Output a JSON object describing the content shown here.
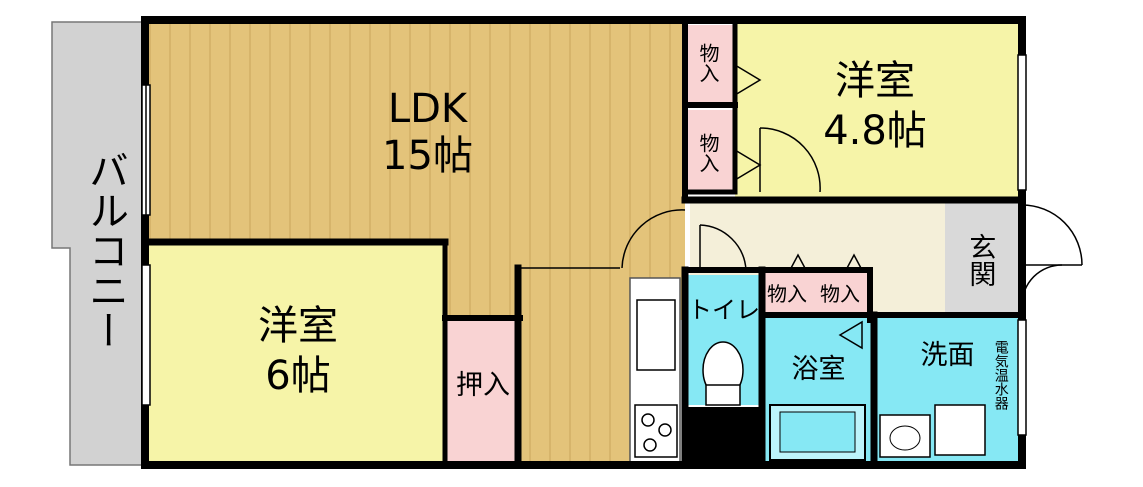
{
  "floorplan": {
    "rooms": {
      "ldk": {
        "name": "LDK",
        "size": "15帖"
      },
      "western_room_a": {
        "name": "洋室",
        "size": "4.8帖"
      },
      "western_room_b": {
        "name": "洋室",
        "size": "6帖"
      },
      "balcony": "バルコニー",
      "entrance": "玄関",
      "toilet": "トイレ",
      "bathroom": "浴室",
      "washroom": "洗面",
      "closet": "押入",
      "water_heater": "電気温水器",
      "storage_1": "物入",
      "storage_2": "物入",
      "storage_3": "物入",
      "storage_4": "物入"
    },
    "colors": {
      "wall": "#000000",
      "wood_floor": "#e3c37a",
      "western_room": "#f6f4a8",
      "storage": "#f9d3d3",
      "wet_area": "#86e8f4",
      "hallway": "#f4efd9",
      "entrance_floor": "#d9d9d9",
      "balcony": "#d2d2d2"
    }
  }
}
